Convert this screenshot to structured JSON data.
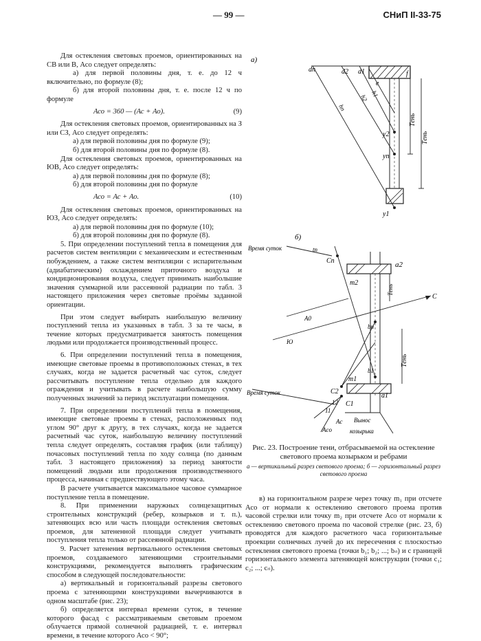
{
  "header": {
    "page_number": "— 99 —",
    "doc_code": "СНиП II-33-75"
  },
  "left_column": [
    {
      "kind": "ind",
      "text": "Для остекления световых проемов, ориентированных на СВ или В, Асо следует определять:"
    },
    {
      "kind": "sub",
      "text": "а) для первой половины дня, т. е. до 12 ч включительно, по формуле (8);"
    },
    {
      "kind": "sub",
      "text": "б) для второй половины дня, т. е. после 12 ч по формуле"
    },
    {
      "kind": "formula",
      "expr": "Асо = 360 — (Ас + Ао).",
      "num": "(9)"
    },
    {
      "kind": "ind",
      "text": "Для остекления световых проемов, ориентированных на З или СЗ, Асо следует определять:"
    },
    {
      "kind": "sub",
      "text": "а) для первой половины дня по формуле (9);"
    },
    {
      "kind": "sub",
      "text": "б) для второй половины дня по формуле (8)."
    },
    {
      "kind": "ind",
      "text": "Для остекления световых проемов, ориентированных на ЮВ, Асо следует определять:"
    },
    {
      "kind": "sub",
      "text": "а) для первой половины дня по формуле (8);"
    },
    {
      "kind": "sub",
      "text": "б) для второй половины дня по формуле"
    },
    {
      "kind": "formula",
      "expr": "Асо = Ас + Ао.",
      "num": "(10)"
    },
    {
      "kind": "ind",
      "text": "Для остекления световых проемов, ориентированных на ЮЗ, Асо следует определять:"
    },
    {
      "kind": "sub",
      "text": "а) для первой половины дня по формуле (10);"
    },
    {
      "kind": "sub",
      "text": "б) для второй половины дня по формуле (8)."
    },
    {
      "kind": "ind",
      "text": "5. При определении поступлений тепла в помещения для расчетов систем вентиляции с механическим и естественным побуждением, а также систем вентиляции с испарительным (адиабатическим) охлаждением приточного воздуха и кондиционирования воздуха, следует принимать наибольшие значения суммарной или рассеянной радиации по табл. 3 настоящего приложения через световые проёмы заданной ориентации."
    },
    {
      "kind": "gap"
    },
    {
      "kind": "ind",
      "text": "При этом следует выбирать наибольшую величину поступлений тепла из указанных в табл. 3 за те часы, в течение которых предусматривается занятость помещения людьми или продолжается производственный процесс."
    },
    {
      "kind": "gap"
    },
    {
      "kind": "ind",
      "text": "6. При определении поступлений тепла в помещения, имеющие световые проемы в противоположных стенах, в тех случаях, когда не задается расчетный час суток, следует рассчитывать поступление тепла отдельно для каждого ограждения и учитывать в расчете наибольшую сумму полученных значений за период эксплуатации помещения."
    },
    {
      "kind": "gap"
    },
    {
      "kind": "ind",
      "text": "7. При определении поступлений тепла в помещения, имеющие световые проемы в стенах, расположенных под углом 90° друг к другу, в тех случаях, когда не задается расчетный час суток, наибольшую величину поступлений тепла следует определять, составляя график (или таблицу) почасовых поступлений тепла по ходу солнца (по данным табл. 3 настоящего приложения) за период занятости помещений людьми или продолжения производственного процесса, начиная с предшествующего этому часа."
    },
    {
      "kind": "ind",
      "text": "В расчете учитывается максимальное часовое суммарное поступление тепла в помещение."
    },
    {
      "kind": "ind",
      "text": "8. При применении наружных солнцезащитных строительных конструкций (ребер, козырьков и т. п.), затеняющих всю или часть площади остекления световых проемов, для затененной площади следует учитывать поступления тепла только от рассеянной радиации."
    },
    {
      "kind": "ind",
      "text": "9. Расчет затенения вертикального остекления световых проемов, создаваемого затеняющими строительными конструкциями, рекомендуется выполнять графическим способом в следующей последовательности:"
    },
    {
      "kind": "ind",
      "text": "а) вертикальный и горизонтальный разрезы светового проема с затеняющими конструкциями вычерчиваются в одном масштабе (рис. 23);"
    },
    {
      "kind": "ind",
      "text": "б) определяется интервал времени суток, в течение которого фасад с рассматриваемым световым проемом облучается прямой солнечной радиацией, т. е. интервал времени, в течение которого Асо < 90°;"
    }
  ],
  "right_column": [
    {
      "kind": "ind",
      "text": "в) на горизонтальном разрезе через точку m₁ при отсчете Асо от нормали к остеклению светового проема против часовой стрелки или точку m₂ при отсчете Асо от нормали к остеклению светового проема по часовой стрелке (рис. 23, б) проводятся для каждого расчетного часа горизонтальные проекции солнечных лучей до их пересечения с плоскостью остекления светового проема (точки b₁; b₂; ...; bₙ) и с границей горизонтального элемента затеняющей конструкции (точки c₁; c₂; ...; cₙ)."
    }
  ],
  "figure": {
    "caption": "Рис. 23. Построение тени, отбрасываемой на остекление светового проема козырьком и ребрами",
    "legend": "а — вертикальный разрез светового проема; б — горизонтальный разрез светового проема",
    "fig_a": {
      "panel_label": "а)",
      "labels": {
        "d_n": "dn",
        "d2": "d2",
        "d1": "d1",
        "f": "f",
        "e": "e",
        "y_n": "yn",
        "y2": "y2",
        "y1": "y1",
        "hn": "hn",
        "h2": "h2",
        "h1": "h1",
        "teni1": "Тень",
        "teni2": "Тень"
      }
    },
    "fig_b": {
      "panel_label": "б)",
      "labels": {
        "vremya1": "Время суток",
        "vremya2": "Время суток",
        "c_n": "Cn",
        "c2": "C2",
        "c1": "C1",
        "a1": "a1",
        "a2": "a2",
        "m1": "m1",
        "m2": "m2",
        "b1": "b1",
        "bn": "bn",
        "S": "С",
        "Yu": "Ю",
        "A0": "A0",
        "Ac": "Ac",
        "Aco": "Aco",
        "t_n": "tn",
        "t2": "12",
        "t1": "11",
        "ten1": "Тень",
        "ten2": "Тень",
        "vynos": "Вынос",
        "kozyrka": "козырька"
      }
    }
  }
}
